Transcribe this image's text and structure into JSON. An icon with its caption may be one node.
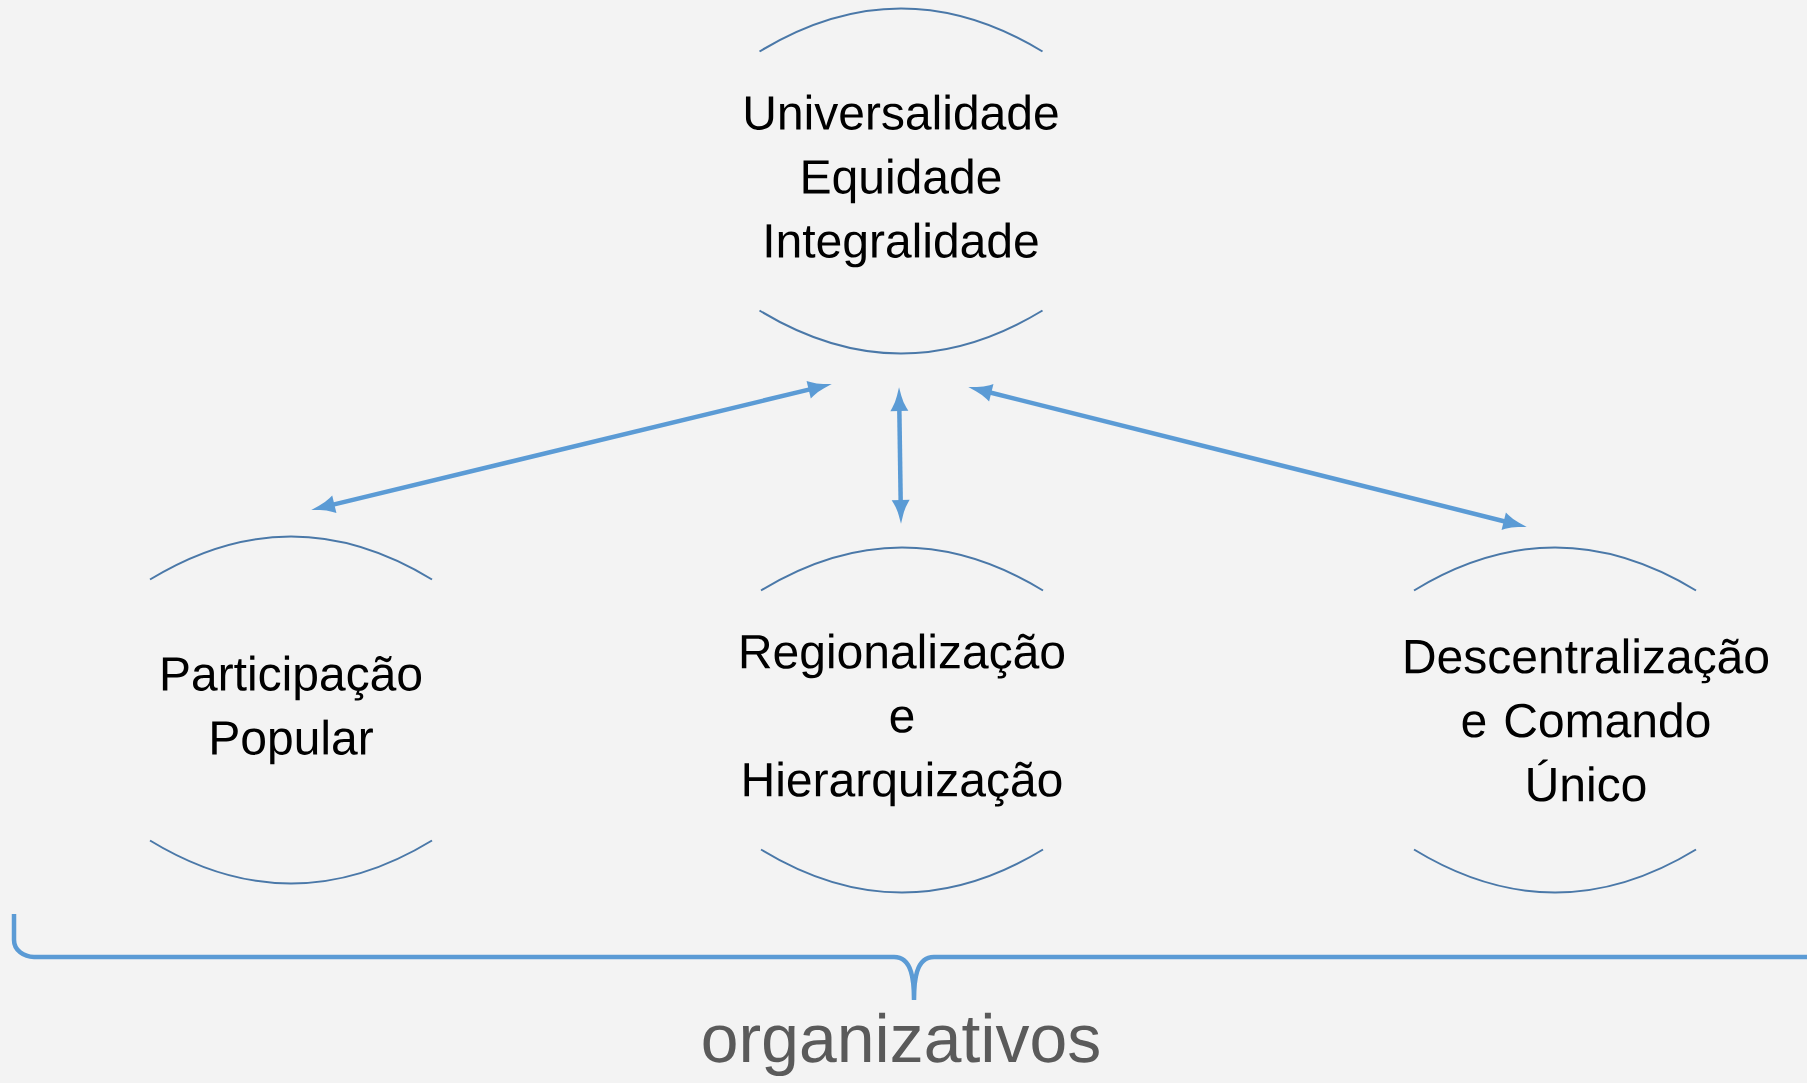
{
  "diagram": {
    "nodes": [
      {
        "text": [
          "Universalidade",
          "Equidade",
          "Integralidade"
        ]
      },
      {
        "text": [
          "Participação Popular"
        ]
      },
      {
        "text": [
          "Regionalização e Hierarquização"
        ]
      },
      {
        "text": [
          "Descentralização e Comando Único"
        ]
      }
    ],
    "edges": [
      {
        "from": 0,
        "to": 1,
        "arrow": "both"
      },
      {
        "from": 0,
        "to": 2,
        "arrow": "both"
      },
      {
        "from": 0,
        "to": 3,
        "arrow": "both"
      }
    ],
    "labels": [
      "organizativos"
    ]
  }
}
